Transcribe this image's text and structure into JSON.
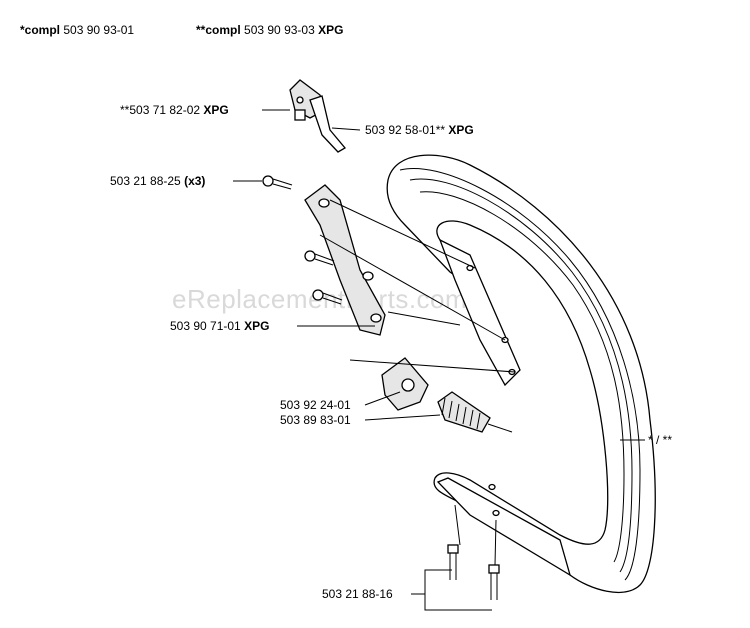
{
  "header": {
    "compl1_prefix": "*compl",
    "compl1_number": "503 90 93-01",
    "compl2_prefix": "**compl",
    "compl2_number": "503 90 93-03",
    "compl2_suffix": "XPG"
  },
  "watermark": "eReplacementParts.com",
  "labels": {
    "throttle_lock": {
      "number": "**503 71 82-02",
      "suffix": "XPG"
    },
    "throttle_trigger": {
      "number": "503 92 58-01**",
      "suffix": "XPG"
    },
    "screw_x3": {
      "number": "503 21 88-25",
      "suffix": "(x3)"
    },
    "bracket": {
      "number": "503 90 71-01",
      "suffix": "XPG"
    },
    "damper_holder": {
      "number": "503 92 24-01"
    },
    "damper_spring": {
      "number": "503 89 83-01"
    },
    "handle_bar": {
      "number": "* / **"
    },
    "screw_bottom": {
      "number": "503 21 88-16"
    }
  }
}
